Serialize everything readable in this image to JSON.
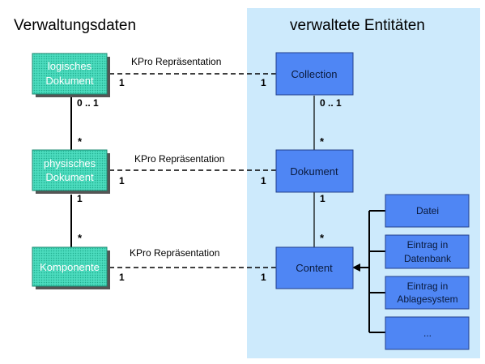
{
  "headings": {
    "left": "Verwaltungsdaten",
    "right": "verwaltete Entitäten"
  },
  "boxes": {
    "logisches_dokument": [
      "logisches",
      "Dokument"
    ],
    "physisches_dokument": [
      "physisches",
      "Dokument"
    ],
    "komponente": [
      "Komponente"
    ],
    "collection": [
      "Collection"
    ],
    "dokument": [
      "Dokument"
    ],
    "content": [
      "Content"
    ],
    "datei": [
      "Datei"
    ],
    "eintrag_datenbank": [
      "Eintrag in",
      "Datenbank"
    ],
    "eintrag_ablagesystem": [
      "Eintrag in",
      "Ablagesystem"
    ],
    "ellipsis": [
      "..."
    ]
  },
  "relations": {
    "kpro_label": "KPro Repräsentation",
    "one": "1",
    "zero_to_one": "0 .. 1",
    "many": "*"
  },
  "colors": {
    "panel": "#cdeafc",
    "teal_box": "#3fd6b7",
    "blue_box": "#4f86f4",
    "line": "#000000"
  }
}
